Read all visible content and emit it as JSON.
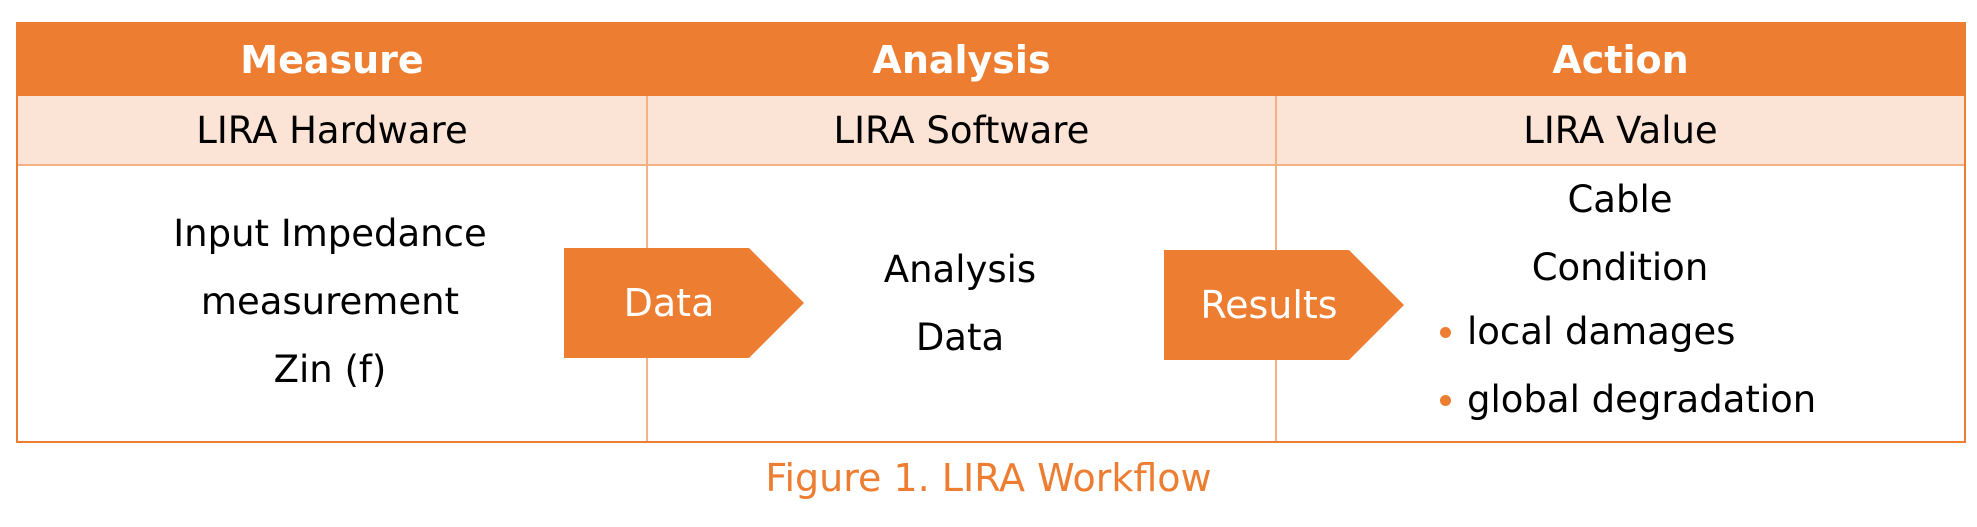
{
  "header": {
    "measure": "Measure",
    "analysis": "Analysis",
    "action": "Action"
  },
  "subheader": {
    "measure": "LIRA Hardware",
    "analysis": "LIRA Software",
    "action": "LIRA Value"
  },
  "measure": {
    "lines": [
      "Input Impedance",
      "measurement",
      "Zin (f)"
    ]
  },
  "arrows": {
    "data": "Data",
    "results": "Results"
  },
  "analysis": {
    "lines": [
      "Analysis",
      "Data"
    ]
  },
  "action": {
    "lines": [
      "Cable",
      "Condition"
    ],
    "bullets": [
      "local damages",
      "global degradation"
    ]
  },
  "caption": "Figure 1. LIRA Workflow",
  "colors": {
    "accent": "#ED7D31",
    "light": "#FBE4D6",
    "border": "#F4B183"
  }
}
